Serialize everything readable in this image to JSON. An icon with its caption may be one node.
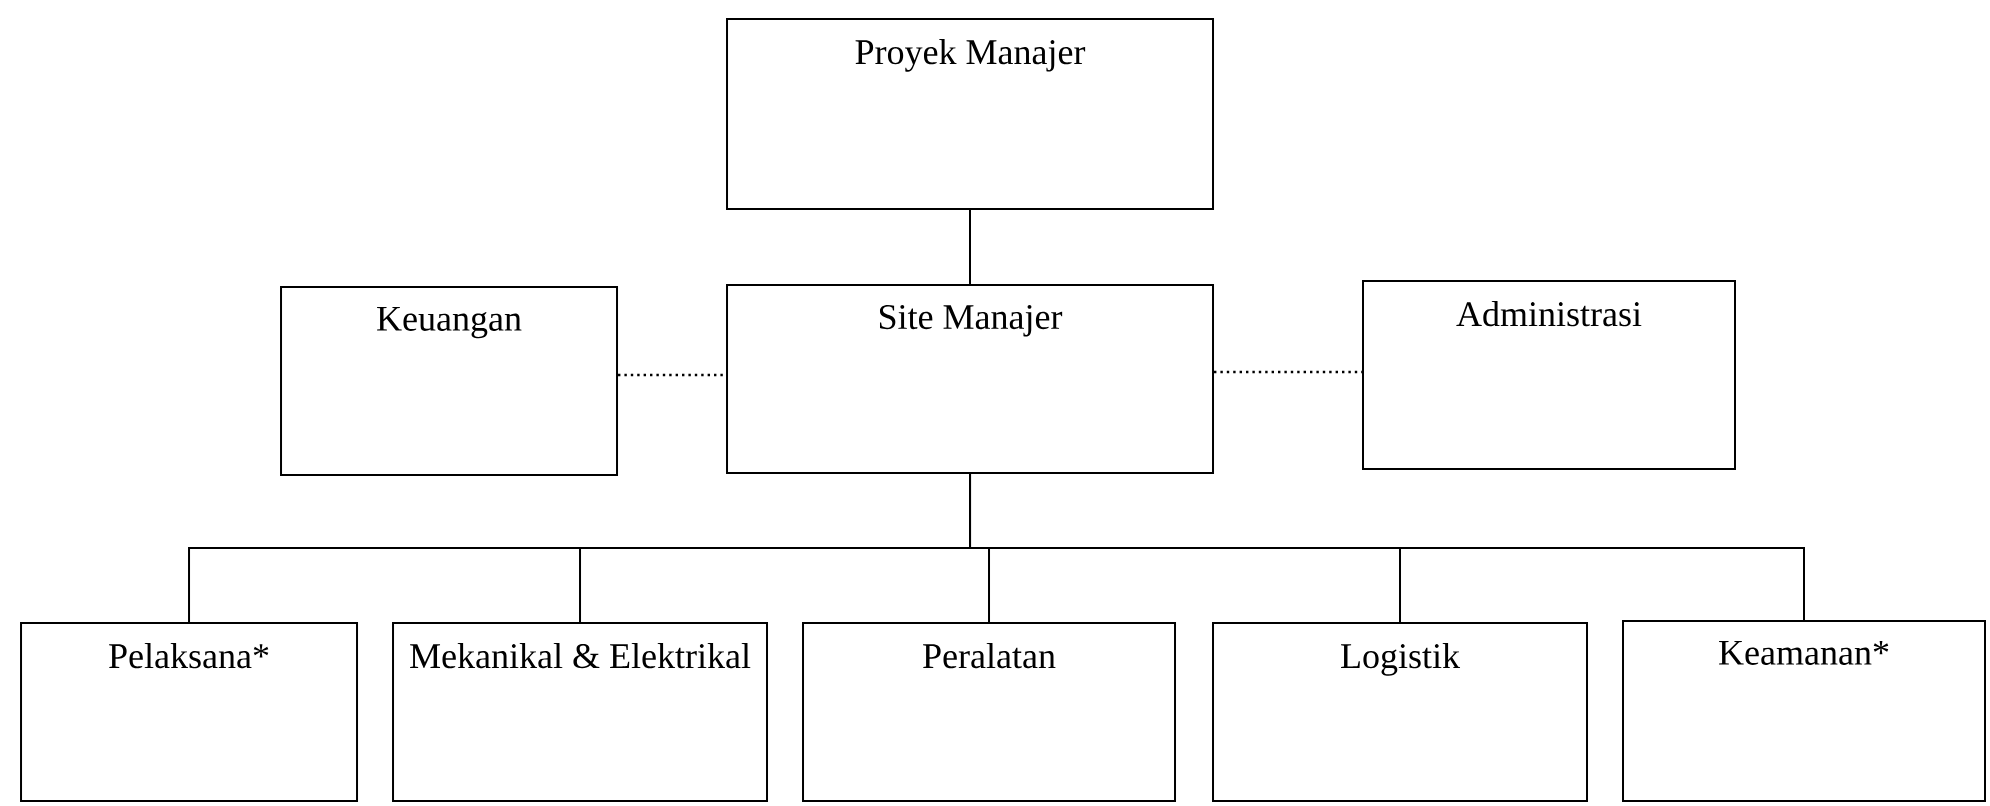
{
  "diagram": {
    "nodes": [
      {
        "text": [
          "Proyek Manajer"
        ]
      },
      {
        "text": [
          "Keuangan"
        ]
      },
      {
        "text": [
          "Site Manajer"
        ]
      },
      {
        "text": [
          "Administrasi"
        ]
      },
      {
        "text": [
          "Pelaksana*"
        ]
      },
      {
        "text": [
          "Mekanikal & Elektrikal"
        ]
      },
      {
        "text": [
          "Peralatan"
        ]
      },
      {
        "text": [
          "Logistik"
        ]
      },
      {
        "text": [
          "Keamanan*"
        ]
      }
    ],
    "edges": [
      {
        "from": 0,
        "to": 2,
        "arrow": "none"
      },
      {
        "from": 1,
        "to": 2,
        "arrow": "none",
        "style": "dashed"
      },
      {
        "from": 2,
        "to": 3,
        "arrow": "none",
        "style": "dashed"
      },
      {
        "from": 2,
        "to": 4,
        "arrow": "none"
      },
      {
        "from": 2,
        "to": 5,
        "arrow": "none"
      },
      {
        "from": 2,
        "to": 6,
        "arrow": "none"
      },
      {
        "from": 2,
        "to": 7,
        "arrow": "none"
      },
      {
        "from": 2,
        "to": 8,
        "arrow": "none"
      }
    ]
  }
}
